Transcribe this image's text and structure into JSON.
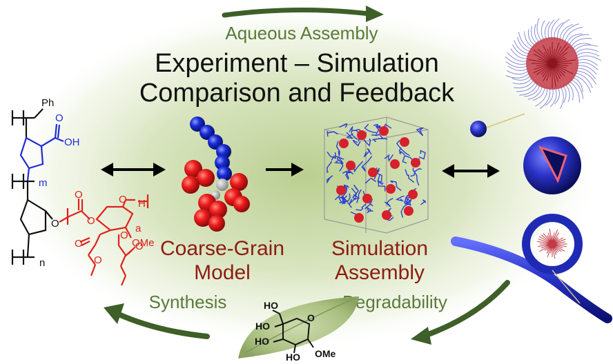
{
  "title": {
    "line1": "Experiment – Simulation",
    "line2": "Comparison and Feedback"
  },
  "cycle_labels": {
    "top": "Aqueous Assembly",
    "left": "Synthesis",
    "right": "Degradability"
  },
  "model_labels": {
    "coarse_grain_line1": "Coarse-Grain",
    "coarse_grain_line2": "Model",
    "simulation_line1": "Simulation",
    "simulation_line2": "Assembly"
  },
  "polymer_labels": {
    "ph": "Ph",
    "oh": "OH",
    "m": "m",
    "n": "n",
    "a": "a",
    "h": "H",
    "ome": "OMe"
  },
  "sugar_labels": {
    "ho1": "HO",
    "ho2": "HO",
    "ho3": "HO",
    "ho4": "HO",
    "ome": "OMe"
  },
  "colors": {
    "green_arrow": "#3e5f28",
    "blue_block": "#1e2bd6",
    "red_block": "#e0201a",
    "label_red": "#8e1b12",
    "label_green": "#5a7a3a",
    "background_glow": "#b9cf8e"
  }
}
